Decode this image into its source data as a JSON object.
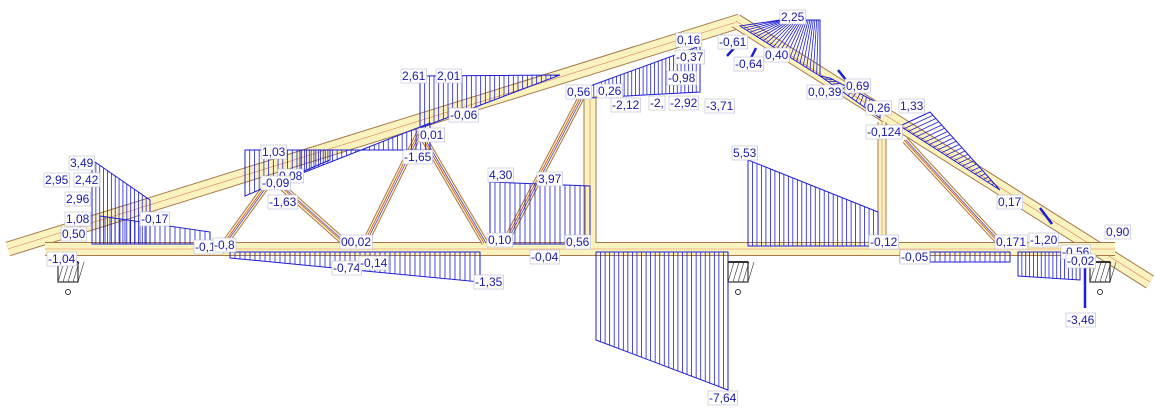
{
  "colors": {
    "member_fill": "#fbf3bf",
    "member_edge": "#a8774a",
    "member_inner": "#d64a2a",
    "member_inner2": "#4a4ad8",
    "moment": "#1f1fd2",
    "label": "#1a1aa8",
    "support": "#333333"
  },
  "labels": {
    "l01": "2,25",
    "l02": "0,16",
    "l03": "-0,61",
    "l04": "-0,37",
    "l05": "0,40",
    "l06": "-0,64",
    "l07": "-0,98",
    "l08": "2,61",
    "l09": "2,01",
    "l10": "0,56",
    "l11": "0,26",
    "l12": "-2,12",
    "l13": "-2,",
    "l14": "-2,92",
    "l15": "-3,71",
    "l16": "0,0,39",
    "l17": "0,69",
    "l18": "-0,06",
    "l19": "0,26",
    "l20": "1,33",
    "l21": "-0,124",
    "l22": "1,03",
    "l23": "0,01",
    "l24": "-1,65",
    "l25": "5,53",
    "l26": "3,49",
    "l27": "0,08",
    "l28": "4,30",
    "l29": "3,97",
    "l30": "2,95",
    "l31": "2,42",
    "l32": "-0,09",
    "l33": "-1,63",
    "l34": "2,96",
    "l35": "0,17",
    "l36": "1,08",
    "l37": "-0,17",
    "l38": "0,50",
    "l39": "-0,18",
    "l40": "-0,8",
    "l41": "00,02",
    "l42": "0,10",
    "l43": "0,56",
    "l44": "-0,12",
    "l45": "0,171",
    "l46": "-1,20",
    "l47": "0,90",
    "l48": "-1,04",
    "l49": "-0,04",
    "l50": "-0,05",
    "l51": "-0,56",
    "l52": "-0,74",
    "l53": "-0,14",
    "l54": "-0,02",
    "l55": "-1,35",
    "l56": "-3,46",
    "l57": "-7,64"
  }
}
